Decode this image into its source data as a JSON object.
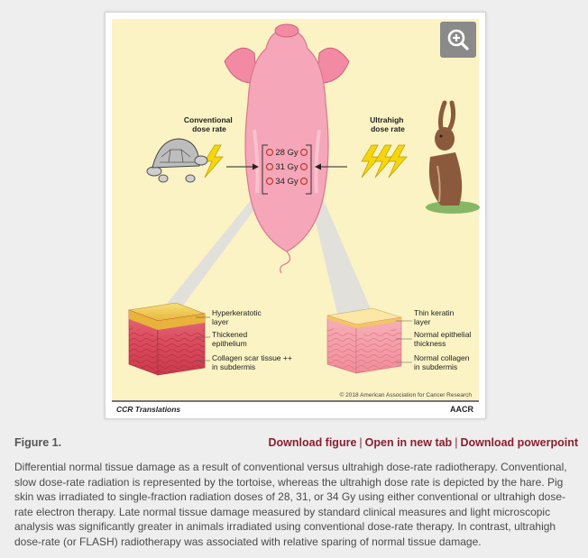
{
  "figure": {
    "label_conventional": [
      "Conventional",
      "dose rate"
    ],
    "label_ultrahigh": [
      "Ultrahigh",
      "dose rate"
    ],
    "doses": [
      "28 Gy",
      "31 Gy",
      "34 Gy"
    ],
    "left_annotations": [
      "Hyperkeratotic",
      "layer",
      "Thickened",
      "epithelium",
      "Collagen scar tissue ++",
      "in subdermis"
    ],
    "right_annotations": [
      "Thin keratin",
      "layer",
      "Normal epithelial",
      "thickness",
      "Normal collagen",
      "in subdermis"
    ],
    "copyright": "© 2018 American Association for Cancer Research",
    "footer_left": "CCR Translations",
    "footer_right": "AACR",
    "colors": {
      "background": "#fbf3c4",
      "pig": "#f5a6b8",
      "bolt": "#f5d60d",
      "beam": "#d8d8d8"
    }
  },
  "zoom_icon": "zoom-in-icon",
  "caption": {
    "figure_label": "Figure 1.",
    "links": [
      "Download figure",
      "Open in new tab",
      "Download powerpoint"
    ],
    "separator": "|",
    "description": "Differential normal tissue damage as a result of conventional versus ultrahigh dose-rate radiotherapy. Conventional, slow dose-rate radiation is represented by the tortoise, whereas the ultrahigh dose rate is depicted by the hare. Pig skin was irradiated to single-fraction radiation doses of 28, 31, or 34 Gy using either conventional or ultrahigh dose-rate electron therapy. Late normal tissue damage measured by standard clinical measures and light microscopic analysis was significantly greater in animals irradiated using conventional dose-rate therapy. In contrast, ultrahigh dose-rate (or FLASH) radiotherapy was associated with relative sparing of normal tissue damage."
  }
}
